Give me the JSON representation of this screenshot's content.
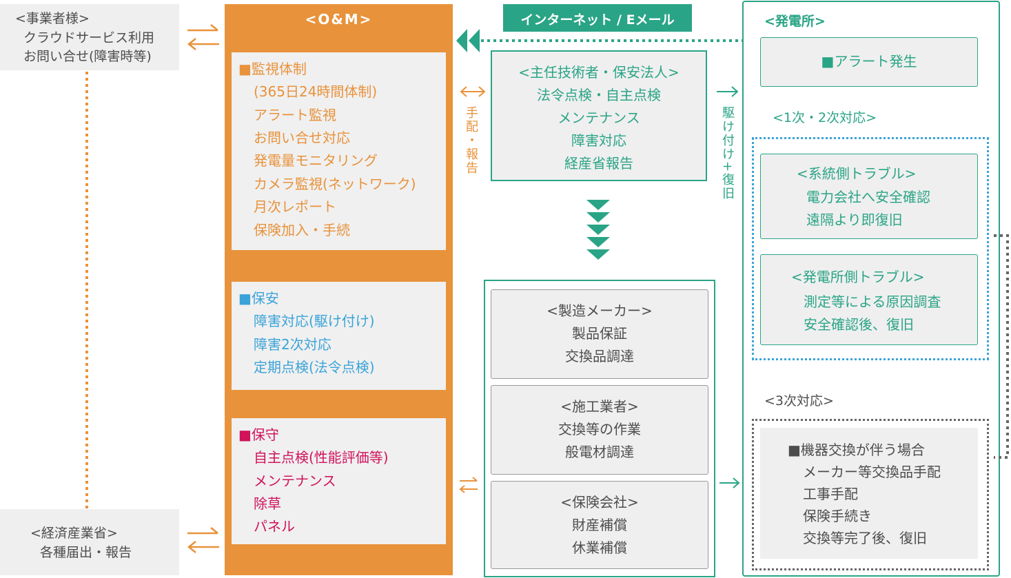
{
  "colors": {
    "orange": "#e8923b",
    "teal": "#2aa486",
    "blue": "#3ba3d8",
    "crimson": "#d0135b",
    "grey_text": "#4d4d4d",
    "grey_box": "#efefef",
    "dotted_grey": "#666666"
  },
  "client": {
    "lines": [
      "<事業者様>",
      "クラウドサービス利用",
      "お問い合せ(障害時等)"
    ]
  },
  "ministry": {
    "lines": [
      "<経済産業省>",
      "各種届出・報告"
    ]
  },
  "om": {
    "header": "<O&M>",
    "monitor": {
      "title": "■監視体制",
      "items": [
        "(365日24時間体制)",
        "アラート監視",
        "お問い合せ対応",
        "発電量モニタリング",
        "カメラ監視(ネットワーク)",
        "月次レポート",
        "保険加入・手続"
      ]
    },
    "security": {
      "title": "■保安",
      "items": [
        "障害対応(駆け付け)",
        "障害2次対応",
        "定期点検(法令点検)"
      ]
    },
    "maintenance": {
      "title": "■保守",
      "items": [
        "自主点検(性能評価等)",
        "メンテナンス",
        "除草",
        "パネル"
      ]
    }
  },
  "internet_label": "インターネット / Eメール",
  "chief": {
    "lines": [
      "<主任技術者・保安法人>",
      "法令点検・自主点検",
      "メンテナンス",
      "障害対応",
      "経産省報告"
    ]
  },
  "arrange_label": "手配・報告",
  "rush_label": "駆け付け+復旧",
  "partners": [
    {
      "lines": [
        "<製造メーカー>",
        "製品保証",
        "交換品調達"
      ]
    },
    {
      "lines": [
        "<施工業者>",
        "交換等の作業",
        "般電材調達"
      ]
    },
    {
      "lines": [
        "<保険会社>",
        "財産補償",
        "休業補償"
      ]
    }
  ],
  "plant": {
    "header": "<発電所>",
    "alert": "■アラート発生",
    "first_second_label": "<1次・2次対応>",
    "grid_trouble": {
      "lines": [
        "<系統側トラブル>",
        "電力会社へ安全確認",
        "遠隔より即復旧"
      ]
    },
    "plant_trouble": {
      "lines": [
        "<発電所側トラブル>",
        "測定等による原因調査",
        "安全確認後、復旧"
      ]
    },
    "third_label": "<3次対応>",
    "third": {
      "lines": [
        "■機器交換が伴う場合",
        "メーカー等交換品手配",
        "工事手配",
        "保険手続き",
        "交換等完了後、復旧"
      ]
    }
  }
}
